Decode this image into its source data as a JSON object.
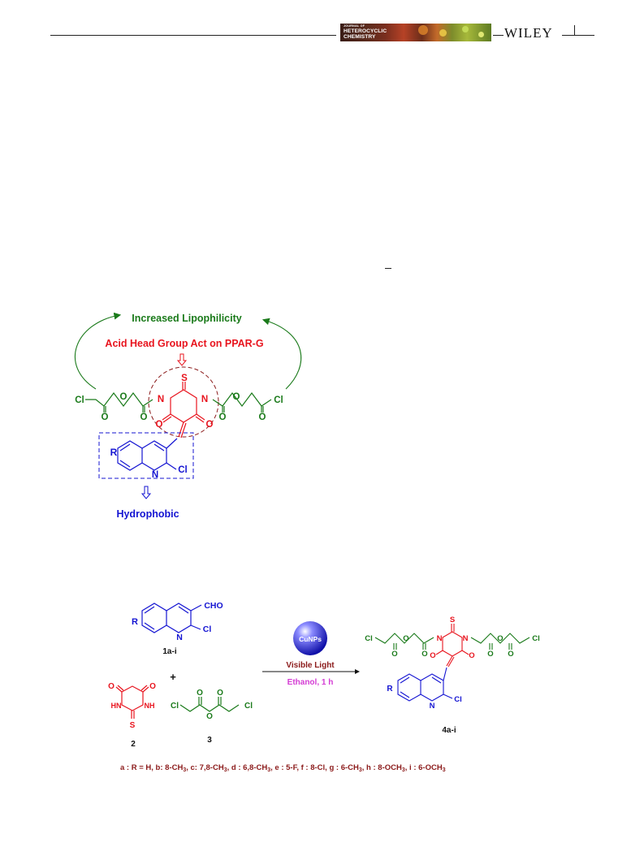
{
  "header": {
    "journal_line1": "JOURNAL OF",
    "journal_line2": "HETEROCYCLIC",
    "journal_line3": "CHEMISTRY",
    "publisher": "WILEY"
  },
  "figure1": {
    "title_lipophilicity": "Increased Lipophilicity",
    "title_acid": "Acid Head Group Act on PPAR-G",
    "label_hydrophobic": "Hydrophobic",
    "atoms": {
      "S": "S",
      "N": "N",
      "O": "O",
      "Cl": "Cl",
      "R": "R"
    },
    "colors": {
      "green": "#1a7a1a",
      "red": "#e8141e",
      "blue": "#1414d2",
      "dashed_circle": "#8b1a1a"
    }
  },
  "scheme": {
    "reactant1_label": "CHO",
    "cpd1": "1a-i",
    "plus": "+",
    "cpd2": "2",
    "cpd3": "3",
    "catalyst": "CuNPs",
    "condition1": "Visible Light",
    "condition2": "Ethanol, 1 h",
    "product": "4a-i",
    "substituents_prefix": "a : R = H, b: 8-CH",
    "substituents_rest": "3, c: 7,8-CH3, d : 6,8-CH3, e : 5-F, f : 8-Cl, g : 6-CH3, h : 8-OCH3, i : 6-OCH3",
    "colors": {
      "maroon": "#8b1a1a",
      "magenta": "#d43cd4"
    }
  }
}
